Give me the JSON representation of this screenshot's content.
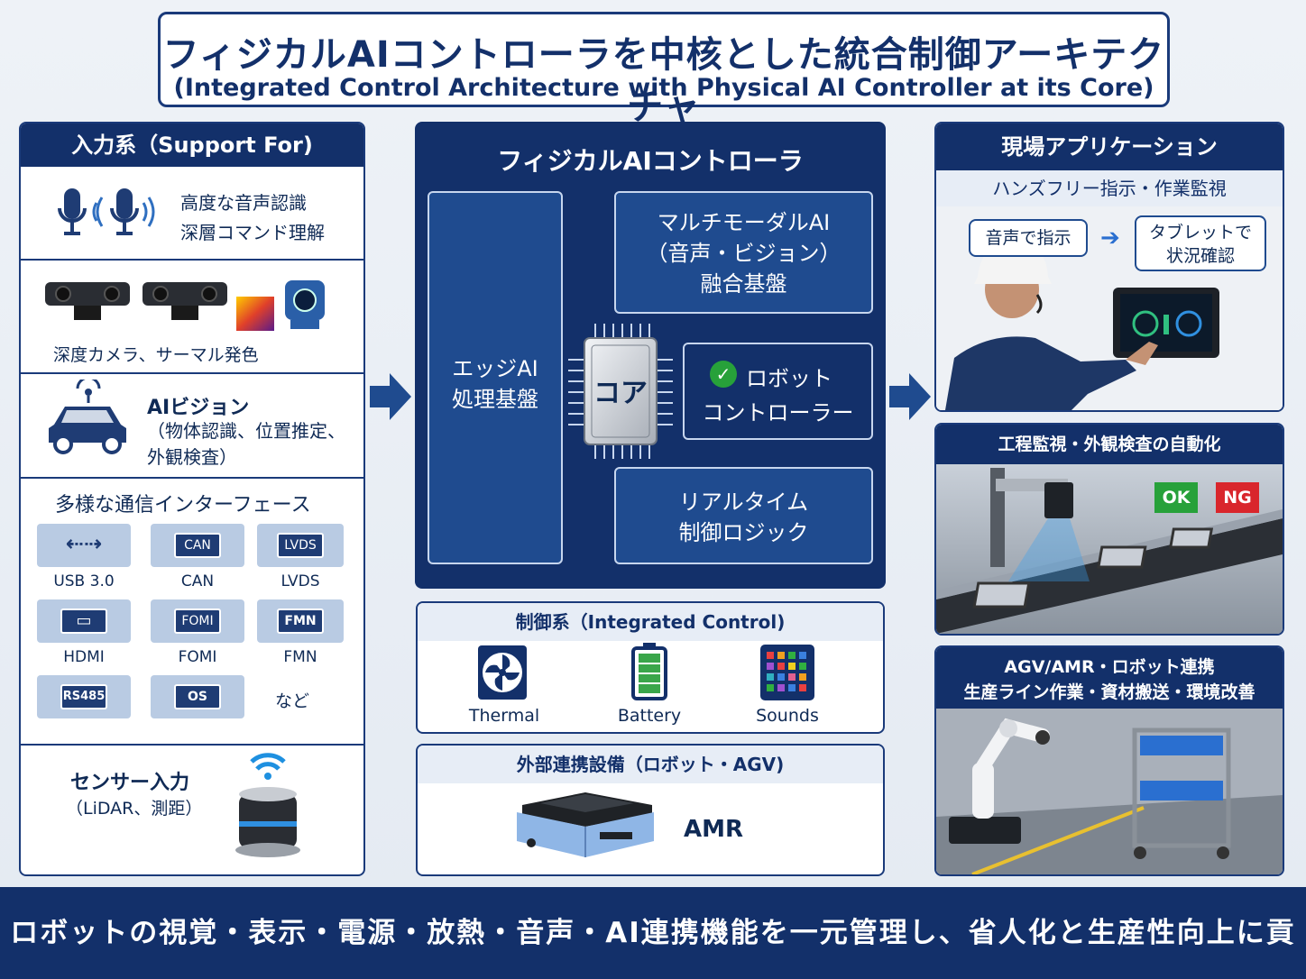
{
  "title": {
    "jp": "フィジカルAIコントローラを中核とした統合制御アーキテクチャ",
    "en": "(Integrated Control Architecture with Physical AI Controller at its Core)"
  },
  "input": {
    "header": "入力系（Support For)",
    "voice": [
      "高度な音声認識",
      "深層コマンド理解"
    ],
    "camera_caption": "深度カメラ、サーマル発色",
    "vision_title": "AIビジョン",
    "vision_lines": [
      "（物体認識、位置推定、",
      "外観検査）"
    ],
    "comm_title": "多様な通信インターフェース",
    "interfaces": [
      {
        "icon": "⇠⇢",
        "label": "USB 3.0"
      },
      {
        "icon": "CAN",
        "label": "CAN"
      },
      {
        "icon": "LVDS",
        "label": "LVDS"
      },
      {
        "icon": "▭",
        "label": "HDMI"
      },
      {
        "icon": "FOMI",
        "label": "FOMI"
      },
      {
        "icon": "FMN",
        "label": "FMN"
      },
      {
        "icon": "RS485",
        "label": ""
      },
      {
        "icon": "OS",
        "label": ""
      }
    ],
    "etc": "など",
    "sensor_title": "センサー入力",
    "sensor_sub": "（LiDAR、測距）"
  },
  "controller": {
    "title": "フィジカルAIコントローラ",
    "edge": [
      "エッジAI",
      "処理基盤"
    ],
    "multimodal": [
      "マルチモーダルAI",
      "（音声・ビジョン）",
      "融合基盤"
    ],
    "core": "コア",
    "robot": [
      "ロボット",
      "コントローラー"
    ],
    "realtime": [
      "リアルタイム",
      "制御ロジック"
    ]
  },
  "control": {
    "header": "制御系（Integrated Control)",
    "items": [
      "Thermal",
      "Battery",
      "Sounds"
    ]
  },
  "external": {
    "header": "外部連携設備（ロボット・AGV)",
    "label": "AMR"
  },
  "apps": {
    "header": "現場アプリケーション",
    "handsfree": {
      "title": "ハンズフリー指示・作業監視",
      "bubble1": "音声で指示",
      "bubble2": [
        "タブレットで",
        "状況確認"
      ]
    },
    "inspection": {
      "title": "工程監視・外観検査の自動化",
      "ok": "OK",
      "ng": "NG"
    },
    "agv": {
      "title": [
        "AGV/AMR・ロボット連携",
        "生産ライン作業・資材搬送・環境改善"
      ]
    }
  },
  "banner": "ロボットの視覚・表示・電源・放熱・音声・AI連携機能を一元管理し、省人化と生産性向上に貢献",
  "colors": {
    "navy": "#13306a",
    "box": "#1f4b8f",
    "ok": "#27a13a",
    "ng": "#d9262c"
  }
}
